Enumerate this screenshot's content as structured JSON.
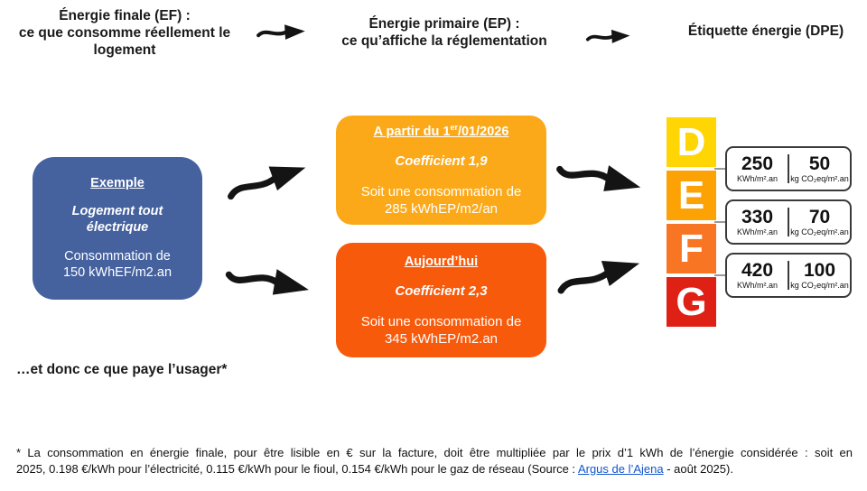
{
  "headers": {
    "finale": {
      "line1": "Énergie finale (EF) :",
      "line2": "ce que consomme réellement le",
      "line3": "logement"
    },
    "primaire": {
      "line1": "Énergie primaire (EP) :",
      "line2": "ce qu’affiche la réglementation"
    },
    "etiquette": {
      "line1": "Étiquette énergie (DPE)"
    }
  },
  "example_box": {
    "color": "#45619E",
    "title": "Exemple",
    "subtitle_line1": "Logement tout",
    "subtitle_line2": "électrique",
    "body_line1": "Consommation de",
    "body_line2": "150 kWhEF/m2.an"
  },
  "scenarios": [
    {
      "color": "#FBA919",
      "title": "A partir du 1",
      "title_sup": "er",
      "title_rest": "/01/2026",
      "coefficient": "Coefficient 1,9",
      "body_line1": "Soit une consommation de",
      "body_line2": "285 kWhEP/m2/an"
    },
    {
      "color": "#F85A0B",
      "title": "Aujourd’hui",
      "title_sup": "",
      "title_rest": "",
      "coefficient": "Coefficient 2,3",
      "body_line1": "Soit une consommation de",
      "body_line2": "345 kWhEP/m2.an"
    }
  ],
  "dpe": {
    "labels": [
      {
        "letter": "D",
        "color": "#FFD503"
      },
      {
        "letter": "E",
        "color": "#FCA205"
      },
      {
        "letter": "F",
        "color": "#F87524"
      },
      {
        "letter": "G",
        "color": "#DF2015"
      }
    ],
    "thresholds": [
      {
        "energy": "250",
        "energy_unit": "KWh/m².an",
        "carbon": "50",
        "carbon_unit": "kg CO₂eq/m².an"
      },
      {
        "energy": "330",
        "energy_unit": "KWh/m².an",
        "carbon": "70",
        "carbon_unit": "kg CO₂eq/m².an"
      },
      {
        "energy": "420",
        "energy_unit": "KWh/m².an",
        "carbon": "100",
        "carbon_unit": "kg CO₂eq/m².an"
      }
    ]
  },
  "usager_note": "…et donc ce que paye l’usager*",
  "footnote": {
    "line1": "* La consommation en énergie finale, pour être lisible en € sur la facture, doit être multipliée par le prix d’1 kWh de l’énergie considérée : soit en",
    "line2_before": "2025, 0.198 €/kWh pour l’électricité, 0.115 €/kWh  pour le fioul, 0.154 €/kWh pour le gaz de réseau (Source : ",
    "line2_link": "Argus de l’Ajena",
    "line2_after": " - août 2025)."
  },
  "arrow_color": "#141414"
}
